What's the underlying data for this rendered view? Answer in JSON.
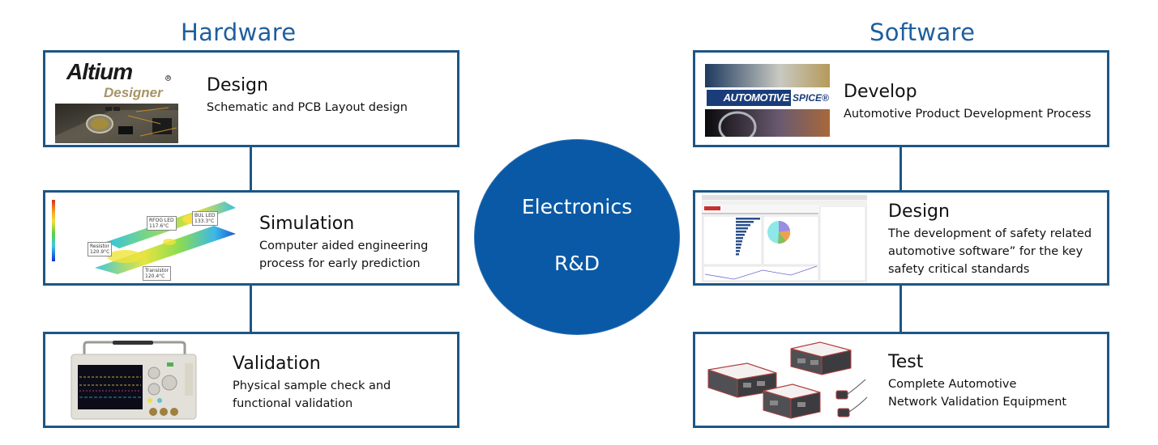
{
  "hardware": {
    "title": "Hardware",
    "items": [
      {
        "heading": "Design",
        "lines": [
          "Schematic and PCB Layout design"
        ],
        "logo_text": "Altium",
        "logo_sub": "Designer"
      },
      {
        "heading": "Simulation",
        "lines": [
          "Computer aided engineering",
          "process for early prediction"
        ],
        "labels": [
          {
            "name": "RFOG LED",
            "temp": "117.6°C"
          },
          {
            "name": "BUL LED",
            "temp": "133.3°C"
          },
          {
            "name": "Resistor",
            "temp": "120.9°C"
          },
          {
            "name": "Transistor",
            "temp": "120.4°C"
          }
        ]
      },
      {
        "heading": "Validation",
        "lines": [
          "Physical sample check and",
          "functional validation"
        ]
      }
    ]
  },
  "center": {
    "line1": "Electronics",
    "line2": "R&D",
    "color": "#0a59a6"
  },
  "software": {
    "title": "Software",
    "items": [
      {
        "heading": "Develop",
        "lines": [
          "Automotive Product Development Process"
        ],
        "logo_text": "AUTOMOTIVE",
        "logo_sub": "SPICE®"
      },
      {
        "heading": "Design",
        "lines": [
          "The development of safety related",
          "automotive software” for the key",
          "safety critical standards"
        ]
      },
      {
        "heading": "Test",
        "lines": [
          "Complete Automotive",
          "Network Validation Equipment"
        ]
      }
    ]
  },
  "colors": {
    "border": "#1d5685",
    "title": "#1f5f9e"
  }
}
